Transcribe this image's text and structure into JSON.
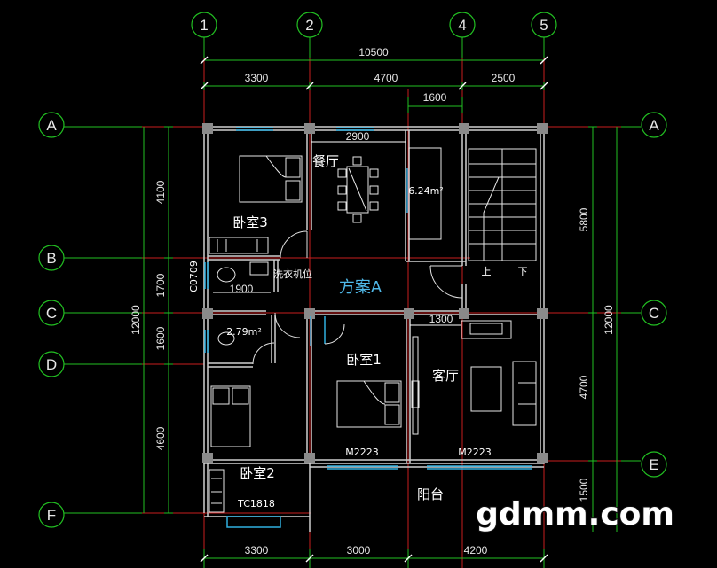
{
  "axes": {
    "top": [
      "1",
      "2",
      "4",
      "5"
    ],
    "left": [
      "A",
      "B",
      "C",
      "D",
      "F"
    ],
    "right": [
      "A",
      "C",
      "E"
    ]
  },
  "dims": {
    "top_total": "10500",
    "top_parts": [
      "3300",
      "4700",
      "2500"
    ],
    "top_sub": "1600",
    "bottom_parts": [
      "3300",
      "3000",
      "4200"
    ],
    "left_total": "12000",
    "left_parts": [
      "4100",
      "1700",
      "1600",
      "4600"
    ],
    "right_total": "12000",
    "right_parts": [
      "5800",
      "4700",
      "1500"
    ],
    "inner_2900": "2900",
    "inner_1900": "1900",
    "inner_1300": "1300",
    "window_c0709": "C0709"
  },
  "rooms": {
    "dining": "餐厅",
    "bedroom3": "卧室3",
    "bedroom1": "卧室1",
    "bedroom2": "卧室2",
    "living": "客厅",
    "balcony": "阳台",
    "area_kitchen": "6.24m²",
    "area_bath": "2.79m²",
    "washer": "洗衣机位",
    "stair_up": "上",
    "stair_down": "下"
  },
  "doors": {
    "m1": "M2223",
    "m2": "M2223",
    "tc": "TC1818"
  },
  "plan_title": "方案A",
  "watermark": "gdmm.com",
  "colors": {
    "axis": "#d02020",
    "dimension": "#20c020",
    "wall": "#c8c8c8",
    "window": "#30b0e0"
  }
}
